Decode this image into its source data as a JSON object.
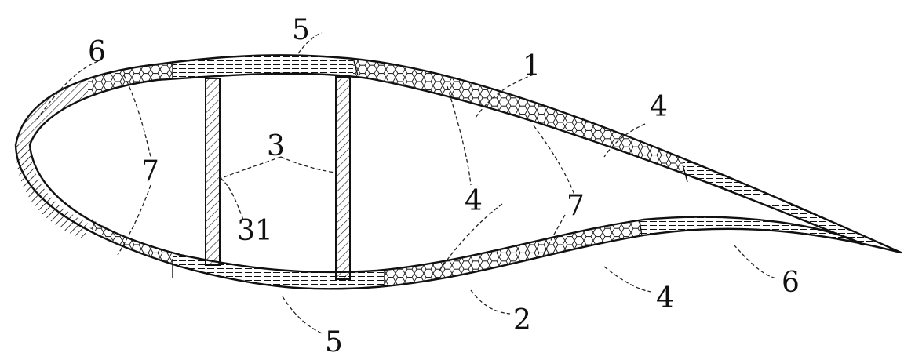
{
  "figure": {
    "labels": {
      "shell_upper": "1",
      "shell_lower": "2",
      "web": "3",
      "web_part": "31",
      "core": "4",
      "spar_cap": "5",
      "reinforcement": "6",
      "skin": "7"
    }
  },
  "colors": {
    "ink": "#111111",
    "background": "#ffffff"
  }
}
